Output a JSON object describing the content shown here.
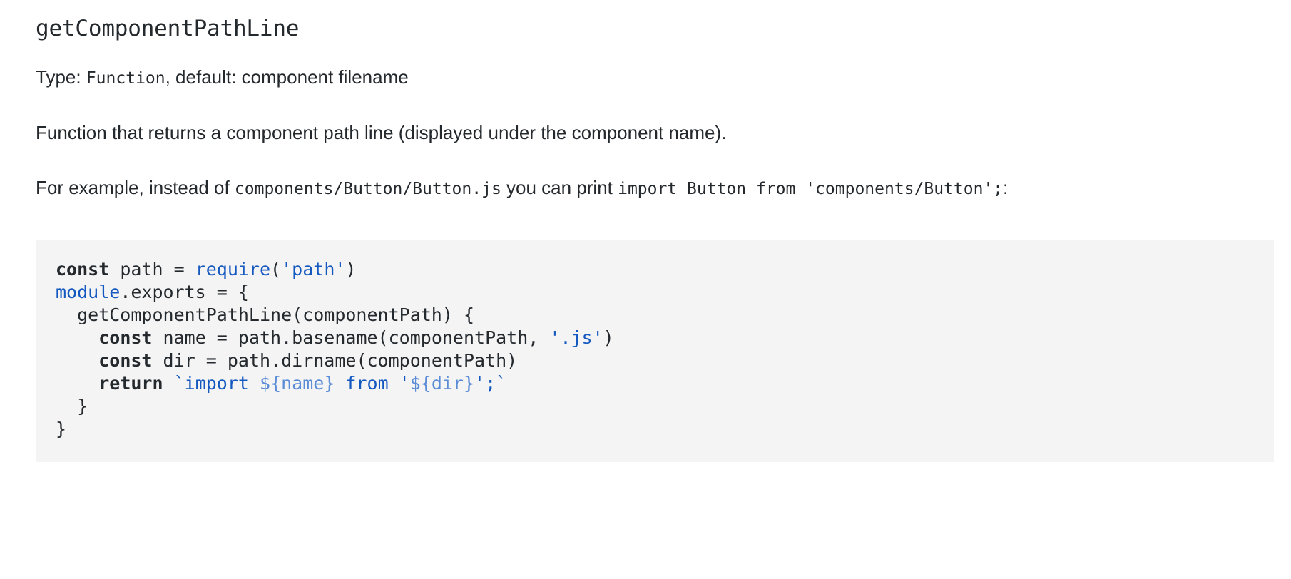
{
  "heading": "getComponentPathLine",
  "paragraphs": {
    "type_line": {
      "label": "Type: ",
      "code": "Function",
      "rest": ", default: component filename"
    },
    "description": "Function that returns a component path line (displayed under the component name).",
    "example": {
      "lead": "For example, instead of ",
      "code_a": "components/Button/Button.js",
      "middle": " you can print ",
      "code_b": "import Button from 'components/Button';",
      "trailing": ":"
    }
  },
  "codeblock": {
    "language": "javascript",
    "background": "#f4f4f4",
    "colors": {
      "plain": "#24292e",
      "keyword": "#24292e",
      "function": "#1558c0",
      "variable": "#1558c0",
      "string": "#1558c0",
      "interpolation": "#5b8cd6"
    },
    "lines": [
      {
        "tokens": [
          {
            "t": "const",
            "k": "kw"
          },
          {
            "t": " path = ",
            "k": "plain"
          },
          {
            "t": "require",
            "k": "fn"
          },
          {
            "t": "(",
            "k": "plain"
          },
          {
            "t": "'path'",
            "k": "str"
          },
          {
            "t": ")",
            "k": "plain"
          }
        ]
      },
      {
        "tokens": [
          {
            "t": "module",
            "k": "var"
          },
          {
            "t": ".exports = {",
            "k": "plain"
          }
        ]
      },
      {
        "tokens": [
          {
            "t": "  getComponentPathLine(componentPath) {",
            "k": "plain"
          }
        ]
      },
      {
        "tokens": [
          {
            "t": "    ",
            "k": "plain"
          },
          {
            "t": "const",
            "k": "kw"
          },
          {
            "t": " name = path.basename(componentPath, ",
            "k": "plain"
          },
          {
            "t": "'.js'",
            "k": "str"
          },
          {
            "t": ")",
            "k": "plain"
          }
        ]
      },
      {
        "tokens": [
          {
            "t": "    ",
            "k": "plain"
          },
          {
            "t": "const",
            "k": "kw"
          },
          {
            "t": " dir = path.dirname(componentPath)",
            "k": "plain"
          }
        ]
      },
      {
        "tokens": [
          {
            "t": "    ",
            "k": "plain"
          },
          {
            "t": "return",
            "k": "kw"
          },
          {
            "t": " ",
            "k": "plain"
          },
          {
            "t": "`import ",
            "k": "str"
          },
          {
            "t": "${name}",
            "k": "interp"
          },
          {
            "t": " from '",
            "k": "str"
          },
          {
            "t": "${dir}",
            "k": "interp"
          },
          {
            "t": "';`",
            "k": "str"
          }
        ]
      },
      {
        "tokens": [
          {
            "t": "  }",
            "k": "plain"
          }
        ]
      },
      {
        "tokens": [
          {
            "t": "}",
            "k": "plain"
          }
        ]
      }
    ]
  }
}
